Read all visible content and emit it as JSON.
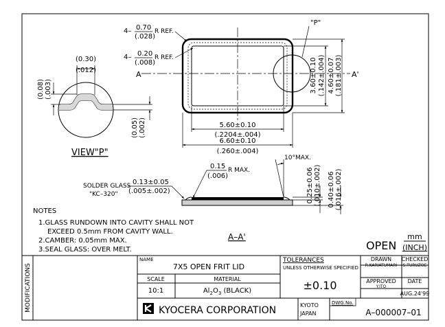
{
  "ref_dims": {
    "r070_prefix": "4–",
    "r070_top": "0.70",
    "r070_bot": "(.028)",
    "r070_suffix": "R REF.",
    "r020_prefix": "4–",
    "r020_top": "0.20",
    "r020_bot": "(.008)",
    "r020_suffix": "R REF.",
    "p_label": "\"P\"",
    "a_left": "A",
    "a_right": "A'"
  },
  "view_p": {
    "title": "VIEW\"P\"",
    "w_top": "(0.30)",
    "w_bot": "(.012)",
    "h_top": "(0.08)",
    "h_bot": "(.003)",
    "t_top": "(0.05)",
    "t_bot": "(.002)"
  },
  "top_view": {
    "w560": "5.60±0.10",
    "w2204": "(.2204±.004)",
    "w660": "6.60±0.10",
    "w260": "(.260±.004)",
    "h360": "3.60±0.10",
    "h142": "(.142±.004)",
    "h460": "4.60±0.07",
    "h181": "(.181±.003)"
  },
  "section": {
    "r015_top": "0.15",
    "r015_bot": "(.006)",
    "r015_suffix": "R MAX.",
    "angle": "10°MAX.",
    "solder_1": "SOLDER GLASS",
    "solder_2": "\"KC–320\"",
    "s013_top": "0.13±0.05",
    "s013_bot": "(.005±.002)",
    "d025": "0.25±0.06",
    "d010": "(.010±.002)",
    "d040": "0.40±0.06",
    "d016": "(.016±.002)",
    "title": "A–A'"
  },
  "notes": {
    "heading": "NOTES",
    "line1": "1.GLASS RUNDOWN INTO CAVITY SHALL NOT",
    "line2": "EXCEED 0.5mm FROM CAVITY WALL.",
    "line3": "2.CAMBER: 0.05mm MAX.",
    "line4": "3.SEAL GLASS: OVER MELT."
  },
  "open_label": "OPEN",
  "units": {
    "top": "mm",
    "bot": "(INCH)"
  },
  "title_block": {
    "modifications": "MODIFICATIONS",
    "name_label": "NAME",
    "name": "7X5 OPEN FRIT LID",
    "scale_label": "SCALE",
    "scale": "10:1",
    "material_label": "MATERIAL",
    "material_pre": "Al",
    "material_sub1": "2",
    "material_mid": "O",
    "material_sub2": "3",
    "material_post": " (BLACK)",
    "tolerances_label": "TOLERANCES",
    "unless": "UNLESS OTHERWISE SPECIFIED",
    "tolerance": "±0.10",
    "drawn_label": "DRAWN",
    "drawn_by": "R.KARIATUMARI",
    "checked_label": "CHECKED",
    "checked_by": "S.TURUZOE",
    "approved_label": "APPROVED",
    "approved_by": "Y.ITO",
    "date_label": "DATE",
    "date": "AUG.24'99",
    "company": "KYOCERA CORPORATION",
    "city": "KYOTO",
    "country": "JAPAN",
    "dwg_label": "DWG.No.",
    "dwg_no": "A–000007–01"
  }
}
